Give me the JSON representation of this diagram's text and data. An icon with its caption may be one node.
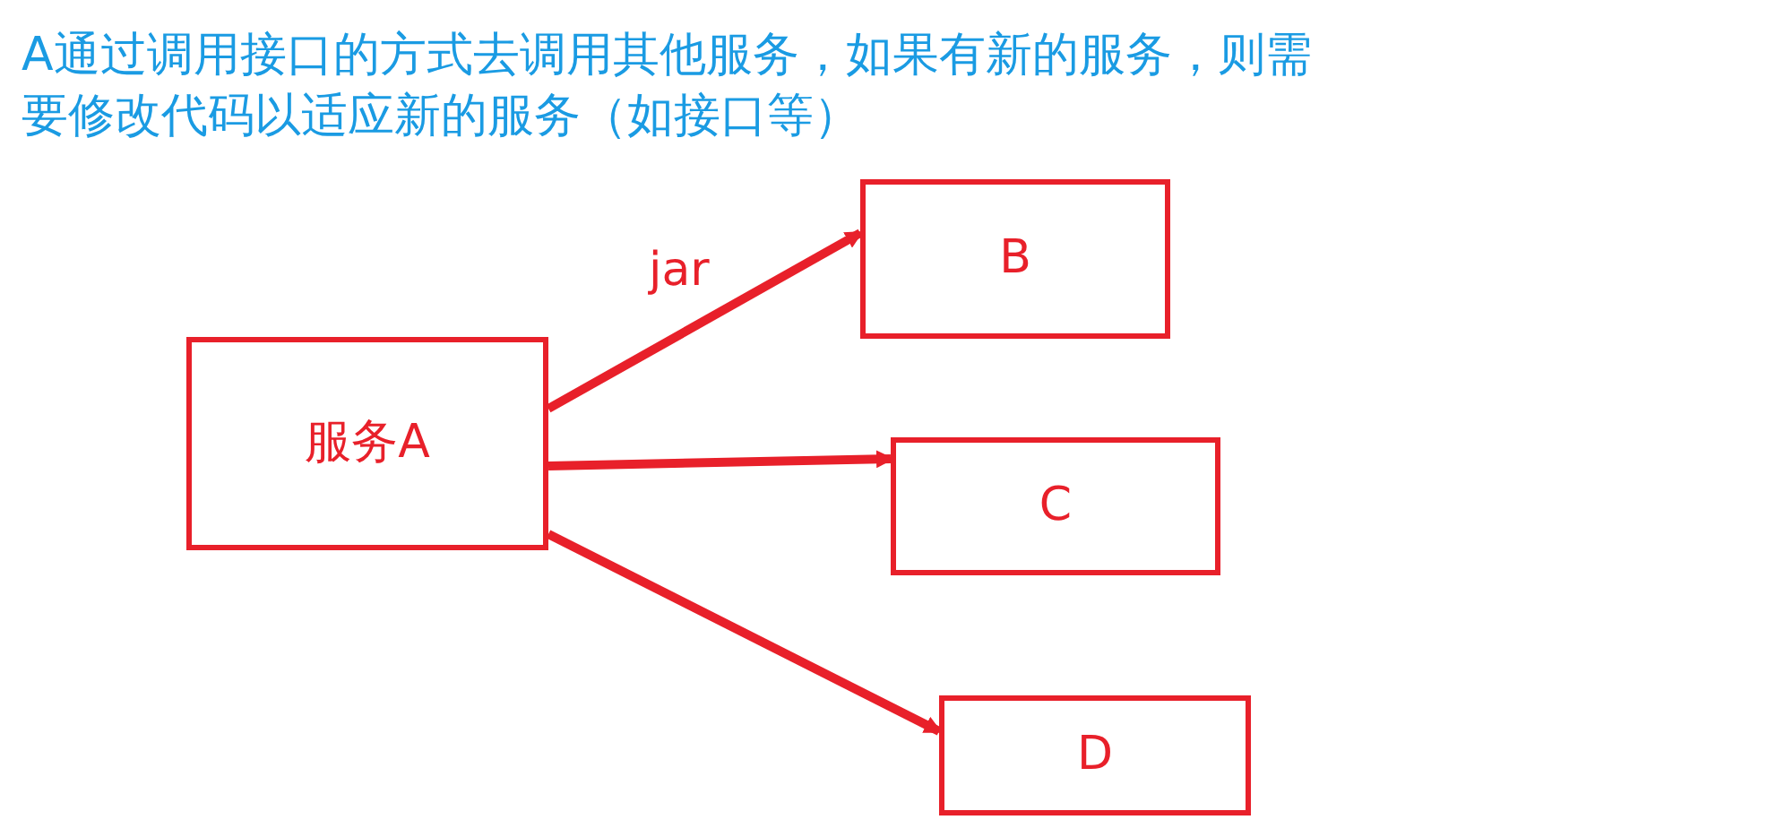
{
  "diagram": {
    "title": "A通过调用接口的方式去调用其他服务，如果有新的服务，则需要修改代码以适应新的服务（如接口等）",
    "nodes": [
      {
        "text": [
          "服务A"
        ]
      },
      {
        "text": [
          "B"
        ]
      },
      {
        "text": [
          "C"
        ]
      },
      {
        "text": [
          "D"
        ]
      }
    ],
    "edges": [
      {
        "from": 0,
        "to": 1,
        "arrow": "to",
        "label": "jar"
      },
      {
        "from": 0,
        "to": 2,
        "arrow": "to"
      },
      {
        "from": 0,
        "to": 3,
        "arrow": "to"
      }
    ]
  }
}
